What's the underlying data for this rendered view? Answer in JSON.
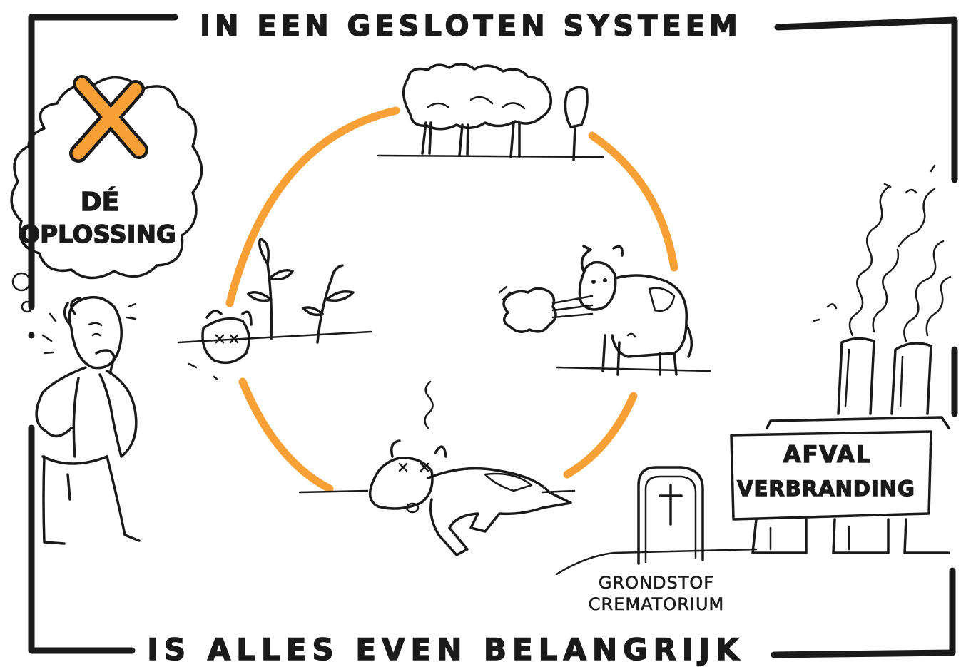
{
  "title_top": "IN EEN GESLOTEN SYSTEEM",
  "title_bottom": "IS ALLES EVEN BELANGRIJK",
  "thought_bubble": {
    "line1": "DÉ",
    "line2": "OPLOSSING"
  },
  "factory_sign": {
    "line1": "AFVAL",
    "line2": "VERBRANDING"
  },
  "tombstone_caption": {
    "line1": "GRONDSTOF",
    "line2": "CREMATORIUM"
  },
  "colors": {
    "ink": "#1a1a1a",
    "accent": "#f7a035",
    "background": "#ffffff"
  }
}
